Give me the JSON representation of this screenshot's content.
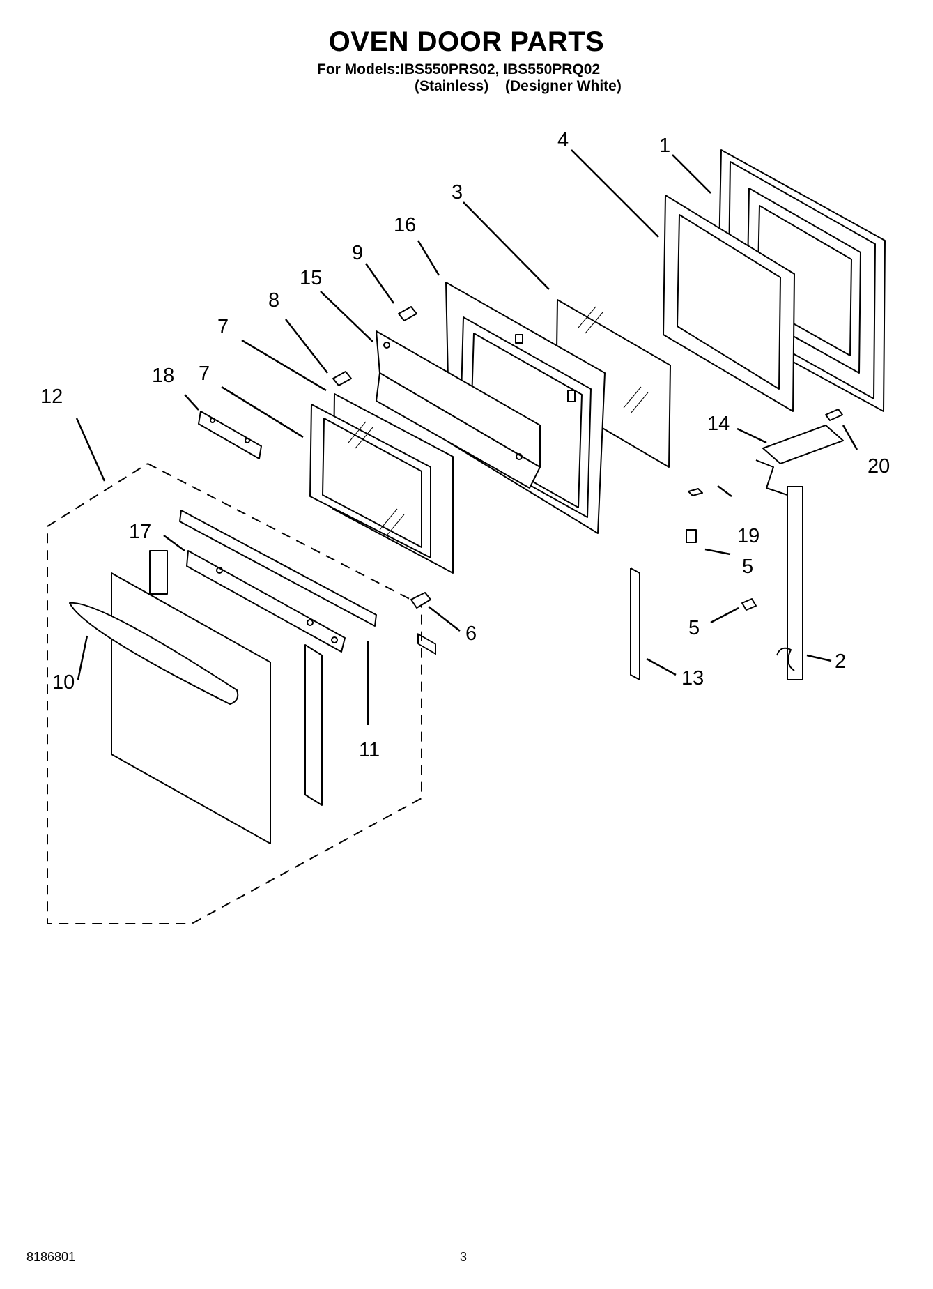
{
  "header": {
    "title": "OVEN DOOR PARTS",
    "models_line": "For Models:IBS550PRS02, IBS550PRQ02",
    "finish_1": "(Stainless)",
    "finish_2": "(Designer White)"
  },
  "callouts": {
    "c1": "1",
    "c2": "2",
    "c3": "3",
    "c4": "4",
    "c5a": "5",
    "c5b": "5",
    "c6": "6",
    "c7a": "7",
    "c7b": "7",
    "c8": "8",
    "c9": "9",
    "c10": "10",
    "c11": "11",
    "c12": "12",
    "c13": "13",
    "c14": "14",
    "c15": "15",
    "c16": "16",
    "c17": "17",
    "c18": "18",
    "c19": "19",
    "c20": "20"
  },
  "footer": {
    "part_number": "8186801",
    "page_number": "3"
  }
}
